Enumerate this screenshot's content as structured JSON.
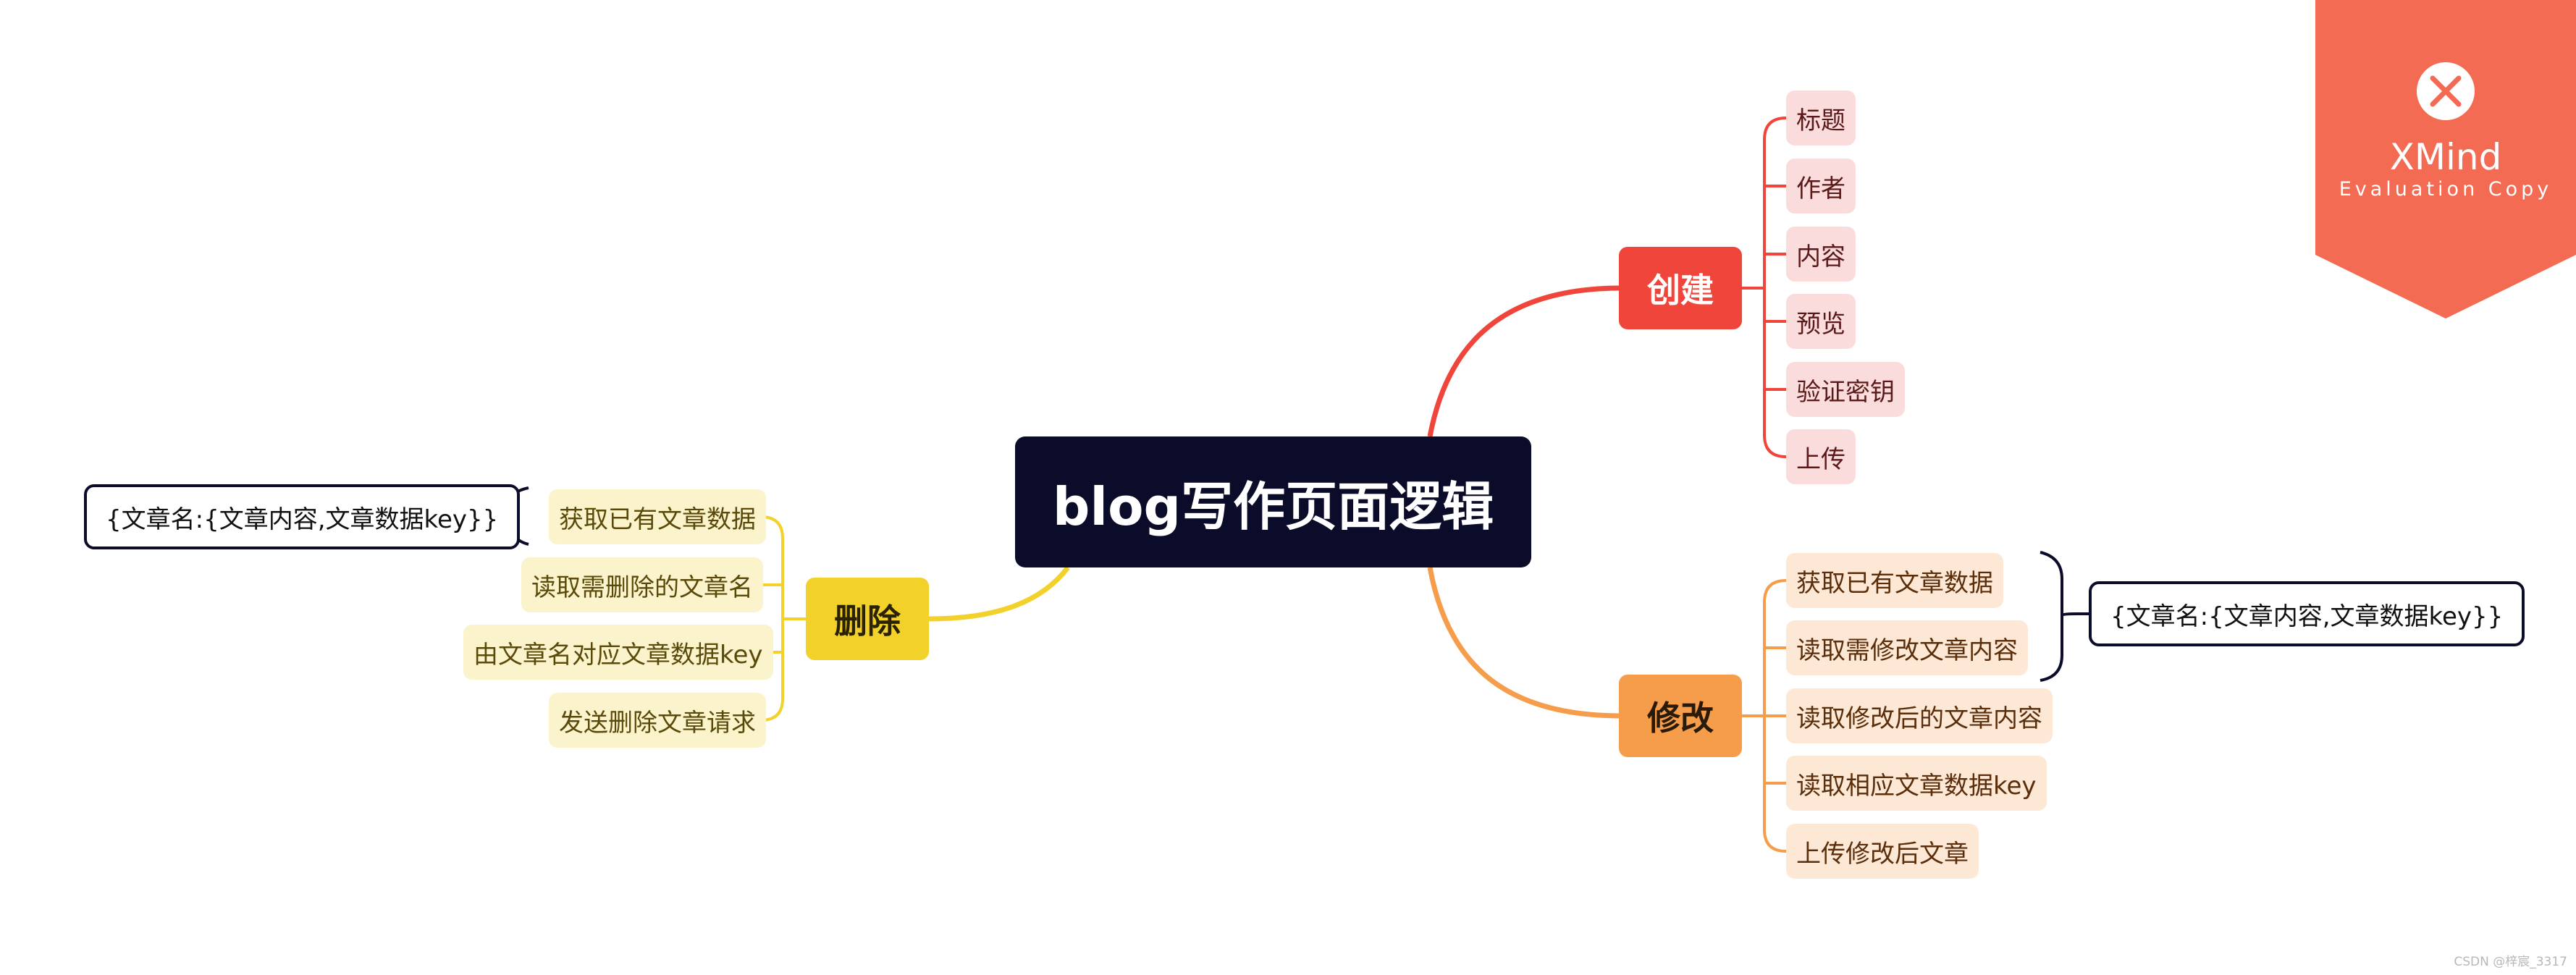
{
  "central_topic": "blog写作页面逻辑",
  "branches": {
    "create": {
      "label": "创建",
      "items": [
        "标题",
        "作者",
        "内容",
        "预览",
        "验证密钥",
        "上传"
      ]
    },
    "modify": {
      "label": "修改",
      "items": [
        "获取已有文章数据",
        "读取需修改文章内容",
        "读取修改后的文章内容",
        "读取相应文章数据key",
        "上传修改后文章"
      ],
      "callout": "{文章名:{文章内容,文章数据key}}"
    },
    "delete": {
      "label": "删除",
      "items": [
        "获取已有文章数据",
        "读取需删除的文章名",
        "由文章名对应文章数据key",
        "发送删除文章请求"
      ],
      "callout": "{文章名:{文章内容,文章数据key}}"
    }
  },
  "watermark": {
    "brand": "XMind",
    "subtitle": "Evaluation Copy"
  },
  "credit": "CSDN @梓宸_3317",
  "colors": {
    "center": "#0b0c2a",
    "create": "#f0453a",
    "modify": "#f59d4a",
    "delete": "#f1d12a",
    "watermark": "#f26b52"
  }
}
